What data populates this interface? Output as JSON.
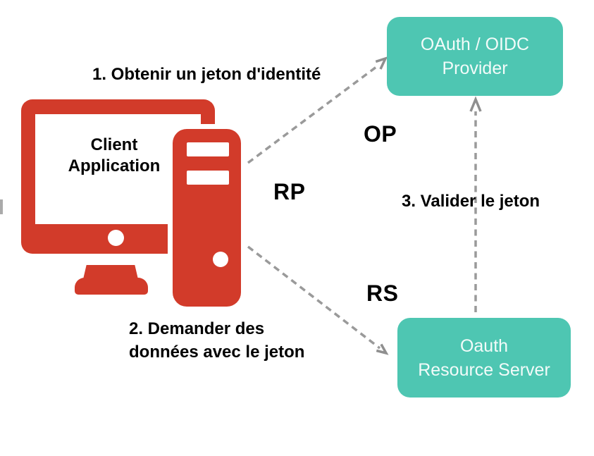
{
  "diagram": {
    "client": {
      "line1": "Client",
      "line2": "Application"
    },
    "provider": {
      "line1": "OAuth / OIDC",
      "line2": "Provider"
    },
    "resource": {
      "line1": "Oauth",
      "line2": "Resource Server"
    },
    "labels": {
      "step1": "1. Obtenir un jeton d'identité",
      "step2_line1": "2. Demander des",
      "step2_line2": "données avec le jeton",
      "step3": "3. Valider le jeton",
      "op": "OP",
      "rp": "RP",
      "rs": "RS"
    },
    "colors": {
      "red": "#d23b2a",
      "teal": "#4ec6b2",
      "arrow_gray": "#9a9a9a",
      "text_black": "#000000",
      "box_text": "#f2fbf9"
    },
    "icons": {
      "client_icon": "desktop-computer-with-tower-icon"
    }
  }
}
